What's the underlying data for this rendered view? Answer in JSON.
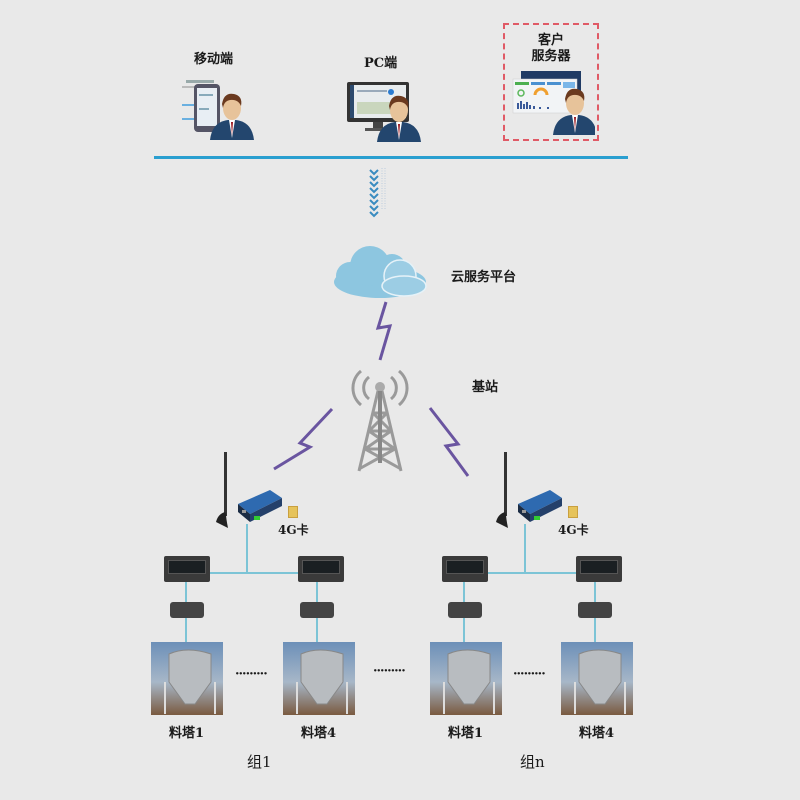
{
  "clients": [
    {
      "label": "移动端",
      "icon": "mobile-user-icon"
    },
    {
      "label": "PC端",
      "icon": "pc-user-icon"
    },
    {
      "label_line1": "客户",
      "label_line2": "服务器",
      "icon": "server-user-icon"
    }
  ],
  "cloud": {
    "label": "云服务平台",
    "icon": "cloud-icon"
  },
  "base_station": {
    "label": "基站",
    "icon": "cell-tower-icon"
  },
  "groups": [
    {
      "label": "组1",
      "sim_label": "4G卡",
      "silos": [
        {
          "label": "料塔1"
        },
        {
          "label": "料塔4"
        }
      ],
      "ellipsis": "·········"
    },
    {
      "label": "组n",
      "sim_label": "4G卡",
      "silos": [
        {
          "label": "料塔1"
        },
        {
          "label": "料塔4"
        }
      ],
      "ellipsis": "·········"
    }
  ],
  "between_groups_ellipsis": "·········",
  "colors": {
    "background": "#e9e9e9",
    "bus_line": "#2a9fd0",
    "link_line": "#7cc4d6",
    "lightning": "#6a55a0",
    "cloud": "#8dc6e0",
    "server_box_border": "#e05a66",
    "arrows": "#3a8cc0"
  }
}
